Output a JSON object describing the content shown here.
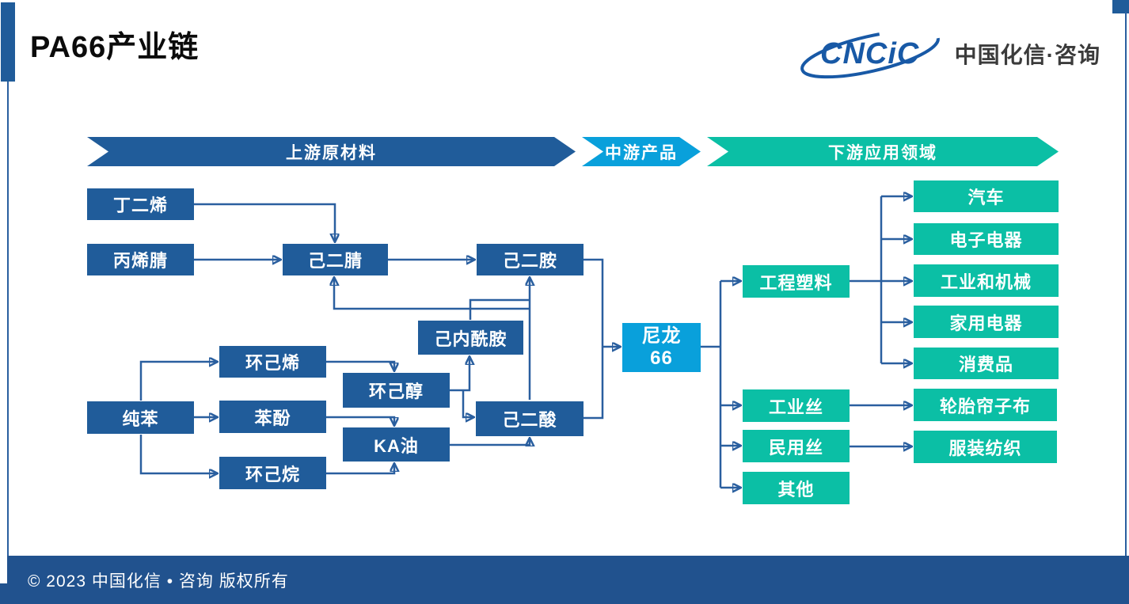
{
  "page": {
    "title": "PA66产业链"
  },
  "logo": {
    "brand": "CNCiC",
    "company": "中国化信·咨询"
  },
  "banners": {
    "upstream": "上游原材料",
    "midstream": "中游产品",
    "downstream": "下游应用领域"
  },
  "nodes": {
    "butadiene": "丁二烯",
    "acrylonitrile": "丙烯腈",
    "adiponitrile": "己二腈",
    "hexamethylenediamine": "己二胺",
    "caprolactam": "己内酰胺",
    "cyclohexene": "环己烯",
    "benzene": "纯苯",
    "phenol": "苯酚",
    "cyclohexane": "环己烷",
    "cyclohexanol": "环己醇",
    "ka_oil": "KA油",
    "adipic_acid": "己二酸",
    "nylon66_line1": "尼龙",
    "nylon66_line2": "66",
    "engineering_plastics": "工程塑料",
    "industrial_yarn": "工业丝",
    "civil_yarn": "民用丝",
    "others": "其他",
    "automotive": "汽车",
    "electronics": "电子电器",
    "industry_machinery": "工业和机械",
    "home_appliances": "家用电器",
    "consumer_goods": "消费品",
    "tire_cord": "轮胎帘子布",
    "apparel_textile": "服装纺织"
  },
  "footer": {
    "copyright": "© 2023 中国化信 • 咨询  版权所有"
  },
  "colors": {
    "dark_blue": "#205C9A",
    "light_blue": "#09A0DB",
    "teal": "#0BBFA5",
    "arrow": "#2A5F9F",
    "footer_blue": "#21528E",
    "logo_blue": "#1859A6"
  }
}
